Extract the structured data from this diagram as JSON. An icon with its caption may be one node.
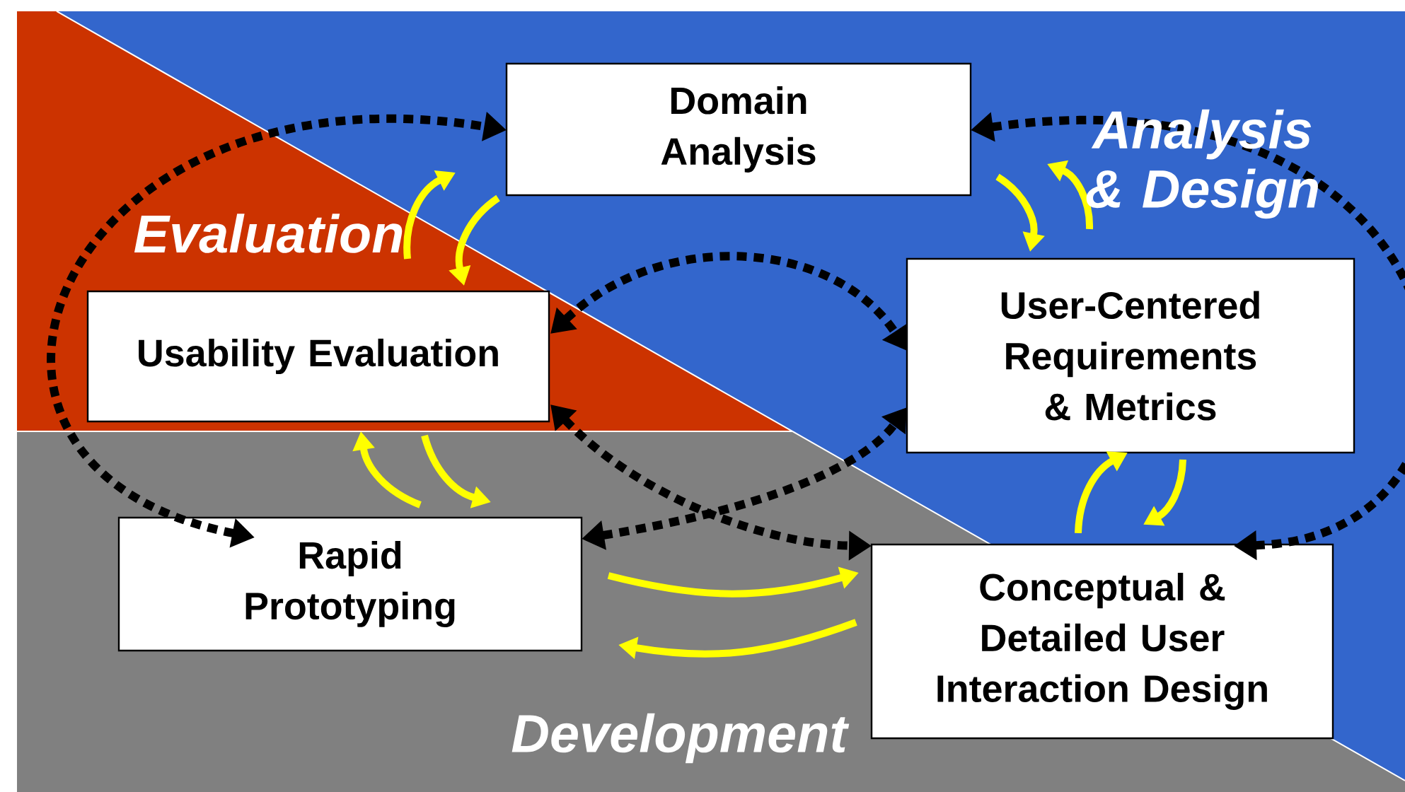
{
  "diagram": {
    "nodes": [
      {
        "text": [
          "Domain Analysis"
        ]
      },
      {
        "text": [
          "User-Centered Requirements & Metrics"
        ]
      },
      {
        "text": [
          "Usability Evaluation"
        ]
      },
      {
        "text": [
          "Rapid Prototyping"
        ]
      },
      {
        "text": [
          "Conceptual & Detailed User Interaction Design"
        ]
      }
    ],
    "edges": [
      {
        "from": 3,
        "to": 0,
        "arrow": "both",
        "style": "dashed",
        "color": "#000000"
      },
      {
        "from": 0,
        "to": 4,
        "arrow": "both",
        "style": "dashed",
        "color": "#000000"
      },
      {
        "from": 2,
        "to": 1,
        "arrow": "both",
        "style": "dashed",
        "color": "#000000"
      },
      {
        "from": 2,
        "to": 4,
        "arrow": "both",
        "style": "dashed",
        "color": "#000000"
      },
      {
        "from": 3,
        "to": 1,
        "arrow": "both",
        "style": "dashed",
        "color": "#000000"
      },
      {
        "from": 2,
        "to": 0,
        "arrow": "to"
      },
      {
        "from": 0,
        "to": 2,
        "arrow": "to"
      },
      {
        "from": 0,
        "to": 1,
        "arrow": "to"
      },
      {
        "from": 1,
        "to": 0,
        "arrow": "to"
      },
      {
        "from": 4,
        "to": 1,
        "arrow": "to"
      },
      {
        "from": 1,
        "to": 4,
        "arrow": "to"
      },
      {
        "from": 4,
        "to": 3,
        "arrow": "to"
      },
      {
        "from": 3,
        "to": 4,
        "arrow": "to"
      },
      {
        "from": 3,
        "to": 2,
        "arrow": "to"
      },
      {
        "from": 2,
        "to": 3,
        "arrow": "to"
      }
    ],
    "labels": [
      "Evaluation",
      "Analysis & Design",
      "Development"
    ]
  }
}
